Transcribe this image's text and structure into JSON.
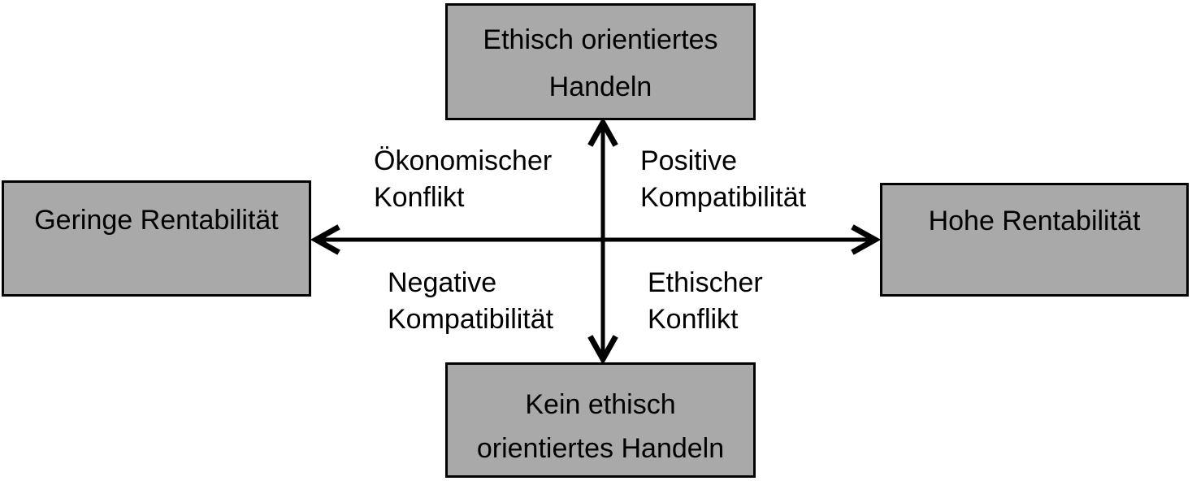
{
  "diagram": {
    "title_hint": "Ethik-Rentabilität-Matrix",
    "colors": {
      "background": "#ffffff",
      "box_fill": "#a9a9a9",
      "box_border": "#000000",
      "arrow_color": "#000000",
      "text_color": "#000000"
    },
    "boxes": {
      "top": {
        "lines": [
          "Ethisch orientiertes",
          "Handeln"
        ]
      },
      "bottom": {
        "lines": [
          "Kein ethisch",
          "orientiertes Handeln"
        ]
      },
      "left": {
        "label": "Geringe Rentabilität"
      },
      "right": {
        "label": "Hohe Rentabilität"
      }
    },
    "quadrants": {
      "top_left": {
        "lines": [
          "Ökonomischer",
          "Konflikt"
        ]
      },
      "top_right": {
        "lines": [
          "Positive",
          "Kompatibilität"
        ]
      },
      "bottom_left": {
        "lines": [
          "Negative",
          "Kompatibilität"
        ]
      },
      "bottom_right": {
        "lines": [
          "Ethischer",
          "Konflikt"
        ]
      }
    }
  }
}
